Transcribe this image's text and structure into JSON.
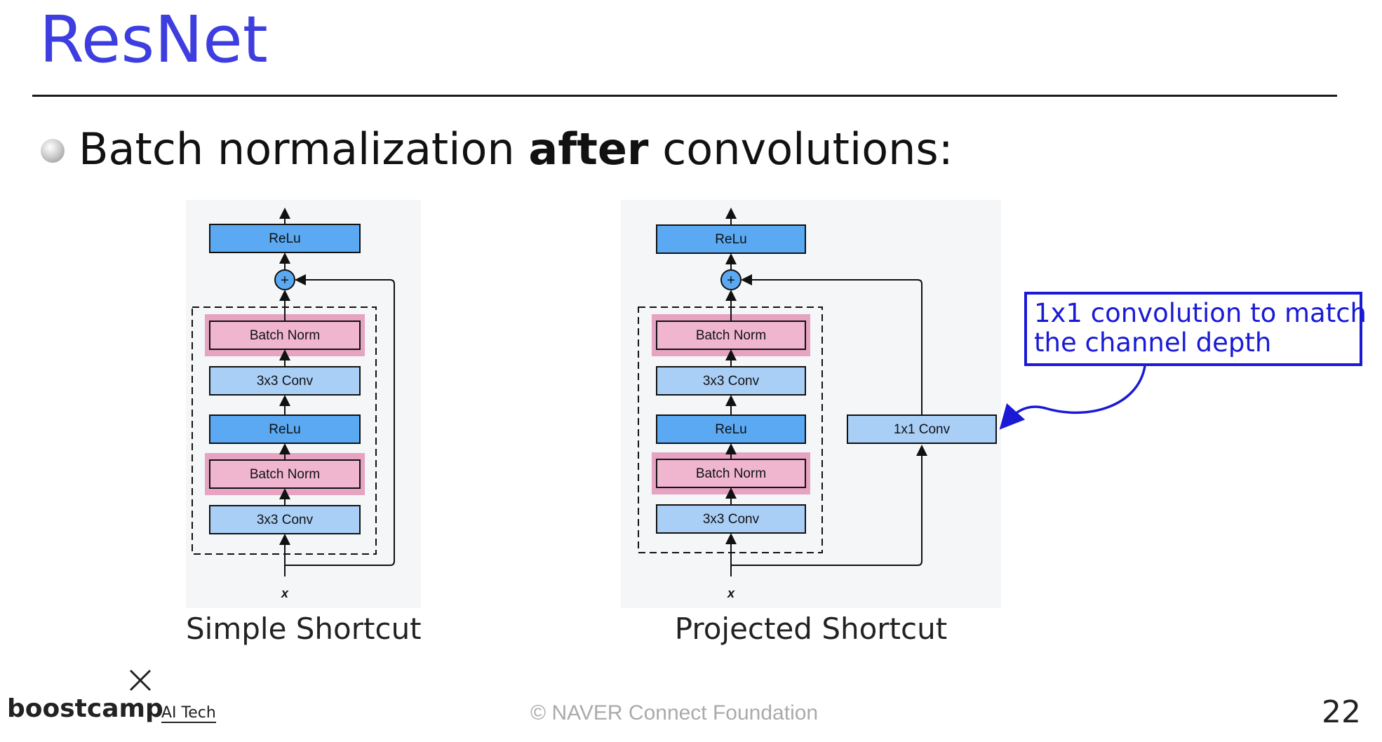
{
  "slide": {
    "title": "ResNet",
    "bullet": {
      "before": "Batch normalization ",
      "bold": "after",
      "after": " convolutions:"
    },
    "page_number": "22",
    "copyright": "©  NAVER Connect Foundation"
  },
  "footer": {
    "brand": "boostcamp",
    "tag": "AI Tech"
  },
  "diagrams": {
    "simple": {
      "caption": "Simple Shortcut",
      "input_label": "x",
      "blocks": [
        "ReLu",
        "Batch Norm",
        "3x3 Conv",
        "ReLu",
        "Batch Norm",
        "3x3 Conv"
      ],
      "add_symbol": "+"
    },
    "projected": {
      "caption": "Projected Shortcut",
      "input_label": "x",
      "blocks": [
        "ReLu",
        "Batch Norm",
        "3x3 Conv",
        "ReLu",
        "Batch Norm",
        "3x3 Conv"
      ],
      "add_symbol": "+",
      "shortcut_block": "1x1 Conv"
    }
  },
  "annotation": {
    "line1": "1x1 convolution to match",
    "line2": "the channel depth"
  },
  "colors": {
    "title": "#3e3ee0",
    "relu": "#5aa9f2",
    "conv": "#a9cff7",
    "batchnorm": "#f0b6cf",
    "batchnorm_halo": "#e6a3c2",
    "annotation": "#1a1ad6",
    "panel": "#f5f6f8"
  }
}
